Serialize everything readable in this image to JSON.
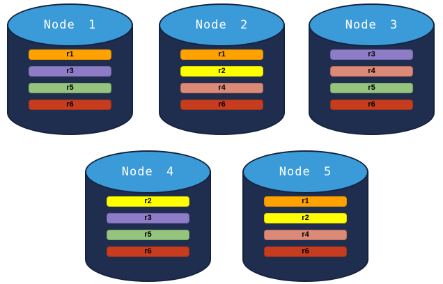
{
  "colors": {
    "cylinder_body": "#1F2E4E",
    "cylinder_outline": "#13233F",
    "cylinder_top": "#3A9BD8",
    "title_text": "#FFFFFF",
    "replica_text": "#000000",
    "page_background": "#FFFFFF"
  },
  "replica_colors": {
    "r1": {
      "fill": "#FFA200",
      "border": "#DE8D00"
    },
    "r2": {
      "fill": "#FFFF00",
      "border": "#E0D400"
    },
    "r3": {
      "fill": "#8F7CC6",
      "border": "#7766AC"
    },
    "r4": {
      "fill": "#DA8A77",
      "border": "#C26B58"
    },
    "r5": {
      "fill": "#94C47E",
      "border": "#78A661"
    },
    "r6": {
      "fill": "#C53C1E",
      "border": "#A53114"
    }
  },
  "nodes": [
    {
      "title": "Node 1",
      "replicas": [
        "r1",
        "r3",
        "r5",
        "r6"
      ]
    },
    {
      "title": "Node 2",
      "replicas": [
        "r1",
        "r2",
        "r4",
        "r6"
      ]
    },
    {
      "title": "Node 3",
      "replicas": [
        "r3",
        "r4",
        "r5",
        "r6"
      ]
    },
    {
      "title": "Node 4",
      "replicas": [
        "r2",
        "r3",
        "r5",
        "r6"
      ]
    },
    {
      "title": "Node 5",
      "replicas": [
        "r1",
        "r2",
        "r4",
        "r6"
      ]
    }
  ]
}
